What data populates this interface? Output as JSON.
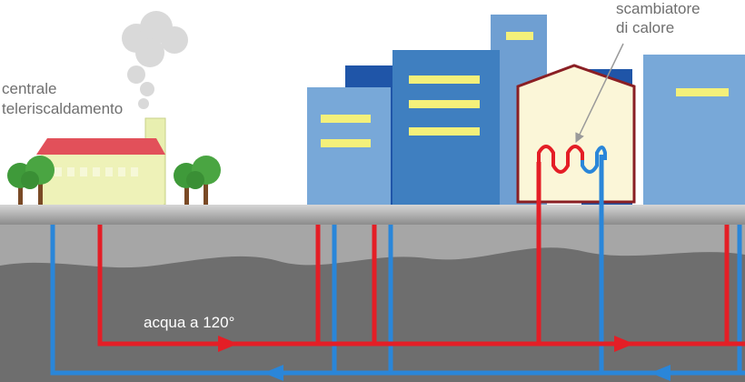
{
  "labels": {
    "plant_line1": "centrale",
    "plant_line2": "teleriscaldamento",
    "exchanger_line1": "scambiatore",
    "exchanger_line2": "di calore",
    "water_temp": "acqua a 120°"
  },
  "colors": {
    "hot_pipe": "#e41e26",
    "cold_pipe": "#2a86d9",
    "ground_light": "#a6a6a6",
    "ground_dark": "#6e6e6e",
    "plant_roof": "#e2505a",
    "plant_wall": "#eef2b8",
    "building_blue": "#3f7fc0",
    "exchanger_wall": "#fbf6d8",
    "exchanger_border": "#8a1f24",
    "window": "#f4f07a"
  }
}
